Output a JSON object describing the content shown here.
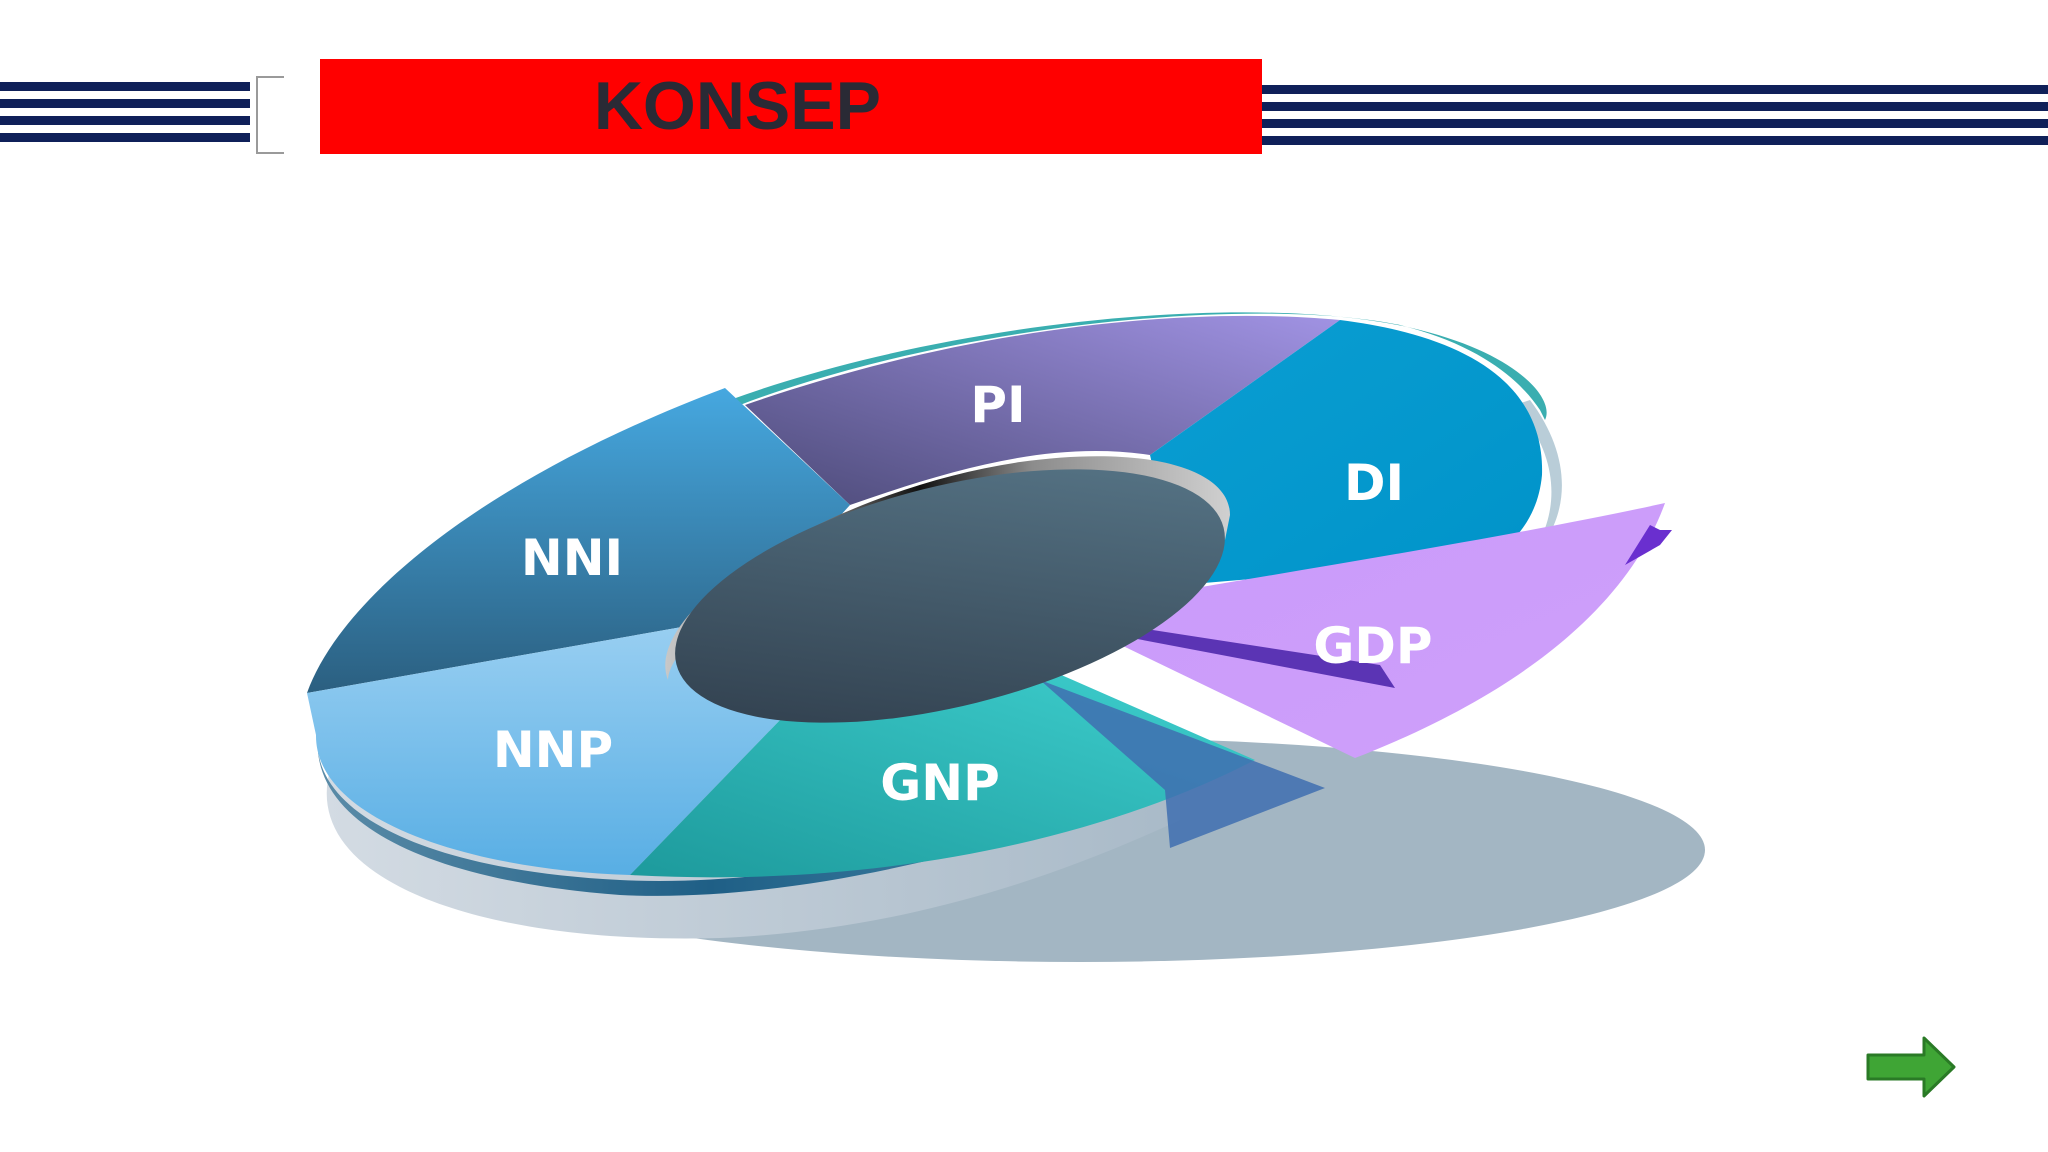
{
  "slide": {
    "title": "KONSEP"
  },
  "diagram": {
    "segments": [
      {
        "id": "pi",
        "label": "PI"
      },
      {
        "id": "di",
        "label": "DI"
      },
      {
        "id": "nni",
        "label": "NNI"
      },
      {
        "id": "gdp",
        "label": "GDP"
      },
      {
        "id": "nnp",
        "label": "NNP"
      },
      {
        "id": "gnp",
        "label": "GNP"
      }
    ]
  },
  "navigation": {
    "next_icon": "arrow-right-icon",
    "next_color": "#3fa535"
  },
  "colors": {
    "title_bar": "#ff0000",
    "stripes": "#0f2059"
  }
}
